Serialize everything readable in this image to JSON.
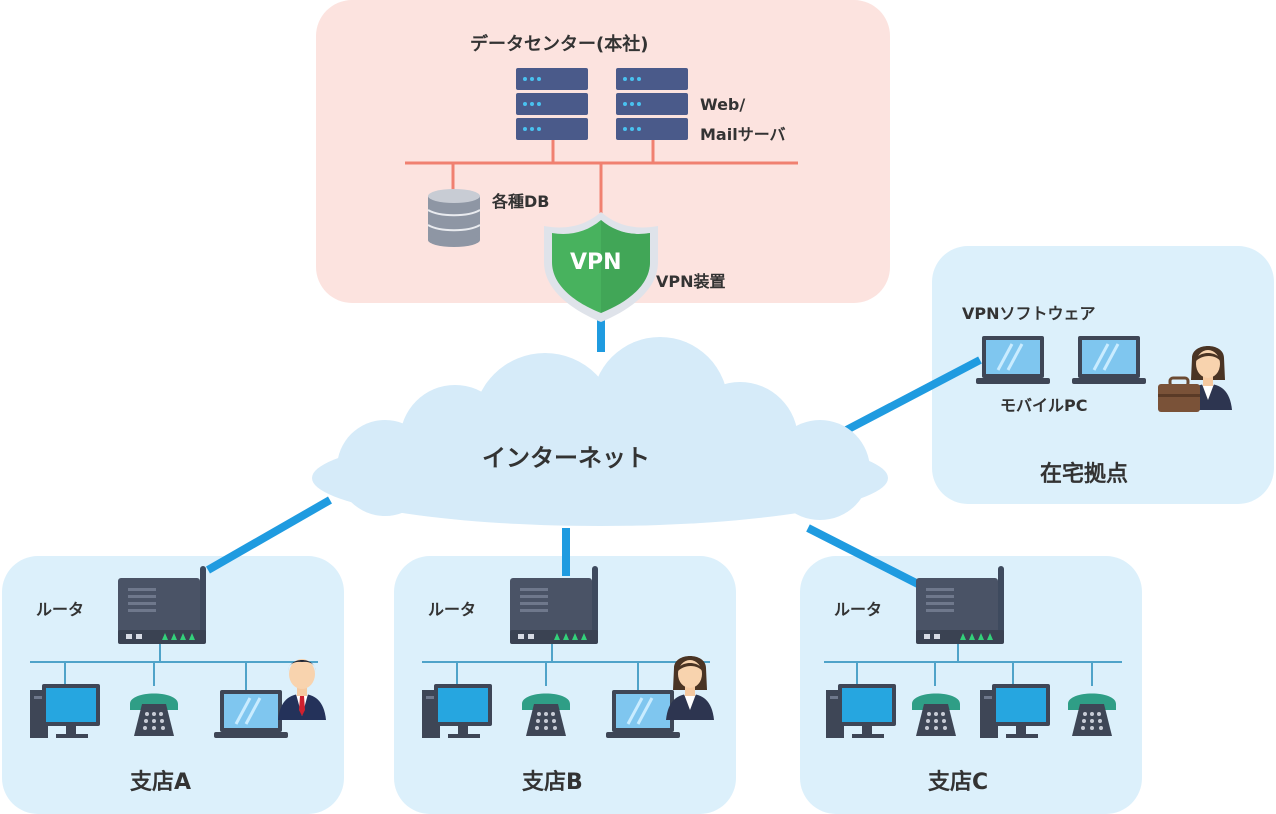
{
  "datacenter": {
    "title": "データセンター(本社)",
    "web_mail_server_label": "Web/\nMailサーバ",
    "db_label": "各種DB",
    "vpn_device_label": "VPN装置",
    "vpn_badge_text": "VPN"
  },
  "internet": {
    "label": "インターネット"
  },
  "home_office": {
    "title": "在宅拠点",
    "vpn_software_label": "VPNソフトウェア",
    "mobile_pc_label": "モバイルPC"
  },
  "branches": [
    {
      "title": "支店A",
      "router_label": "ルータ"
    },
    {
      "title": "支店B",
      "router_label": "ルータ"
    },
    {
      "title": "支店C",
      "router_label": "ルータ"
    }
  ],
  "colors": {
    "datacenter_bg": "#fce3df",
    "site_bg": "#dcf0fb",
    "lan_line": "#f08070",
    "wan_line": "#1f9be0",
    "branch_lan": "#4fa3c9",
    "vpn_green": "#48b25e",
    "server": "#4a5a8a",
    "cloud": "#d6ebf9"
  },
  "icons": [
    "server-icon",
    "database-icon",
    "vpn-shield-icon",
    "cloud-icon",
    "laptop-icon",
    "router-icon",
    "desktop-icon",
    "telephone-icon",
    "person-icon",
    "briefcase-icon"
  ]
}
